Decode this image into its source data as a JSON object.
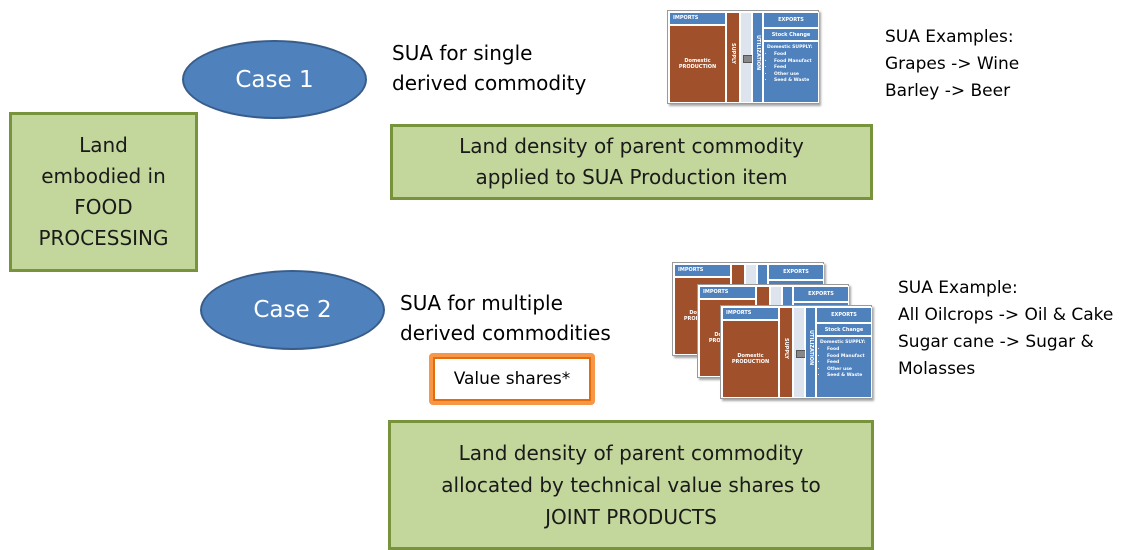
{
  "left_box": {
    "lines": [
      "Land",
      "embodied in",
      "FOOD",
      "PROCESSING"
    ]
  },
  "case1": {
    "label": "Case 1",
    "sua_text": [
      "SUA for single",
      "derived commodity"
    ],
    "examples": [
      "SUA Examples:",
      "Grapes -> Wine",
      "Barley -> Beer"
    ],
    "result": [
      "Land density of parent commodity",
      "applied to SUA Production item"
    ]
  },
  "case2": {
    "label": "Case 2",
    "sua_text": [
      "SUA for multiple",
      "derived commodities"
    ],
    "value_shares": "Value shares*",
    "examples": [
      "SUA Example:",
      "All Oilcrops -> Oil & Cake",
      "Sugar cane -> Sugar &",
      "Molasses"
    ],
    "result": [
      "Land density of parent commodity",
      "allocated by technical value shares to",
      "JOINT PRODUCTS"
    ]
  },
  "sua_table": {
    "imports": "IMPORTS",
    "production": "Domestic PRODUCTION",
    "supply": "SUPPLY",
    "utilization": "UTILIZATION",
    "exports": "EXPORTS",
    "stock_change": "Stock Change",
    "domestic_supply": "Domestic SUPPLY:",
    "uses": [
      "Food",
      "Food Manufact",
      "Feed",
      "Other use",
      "Seed & Waste"
    ]
  },
  "colors": {
    "green_fill": "#c3d69b",
    "green_border": "#77933c",
    "blue": "#4f81bd",
    "brown": "#a0502a",
    "orange": "#f79646"
  }
}
